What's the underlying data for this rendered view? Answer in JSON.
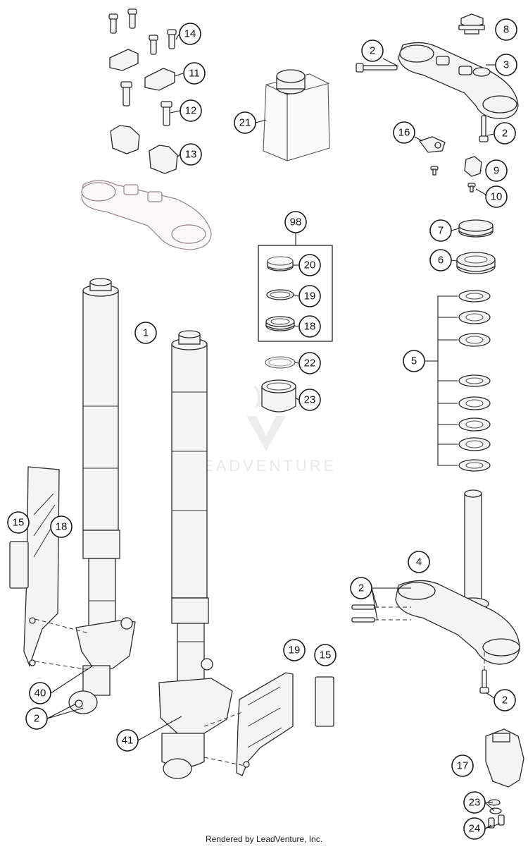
{
  "footer": "Rendered by LeadVenture, Inc.",
  "watermark": {
    "text": "LEADVENTURE"
  },
  "callouts": {
    "c1": "1",
    "c2a": "2",
    "c2b": "2",
    "c2c": "2",
    "c2d": "2",
    "c2e": "2",
    "c3": "3",
    "c4": "4",
    "c5": "5",
    "c6": "6",
    "c7": "7",
    "c8": "8",
    "c9": "9",
    "c10": "10",
    "c11": "11",
    "c12": "12",
    "c13": "13",
    "c14": "14",
    "c15a": "15",
    "c15b": "15",
    "c16": "16",
    "c17": "17",
    "c18a": "18",
    "c18b": "18",
    "c19a": "19",
    "c19b": "19",
    "c20": "20",
    "c21": "21",
    "c22": "22",
    "c23a": "23",
    "c23b": "23",
    "c24": "24",
    "c40": "40",
    "c41": "41",
    "c98": "98"
  }
}
